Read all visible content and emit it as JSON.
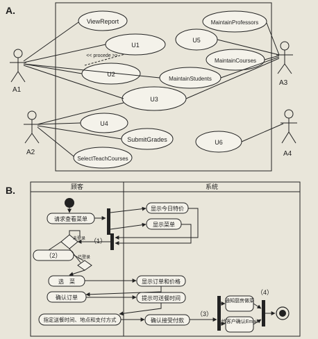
{
  "section_a": {
    "label": "A.",
    "use_cases": {
      "view_report": "ViewReport",
      "u1": "U1",
      "u2": "U2",
      "u3": "U3",
      "u4": "U4",
      "u5": "U5",
      "u6": "U6",
      "maintain_professors": "MaintainProfessors",
      "maintain_courses": "MaintainCourses",
      "maintain_students": "MaintainStudents",
      "submit_grades": "SubmitGrades",
      "select_teach_courses": "SelectTeachCourses"
    },
    "procede_label": "<< procede >>",
    "actors": {
      "a1": "A1",
      "a2": "A2",
      "a3": "A3",
      "a4": "A4"
    }
  },
  "section_b": {
    "label": "B.",
    "lanes": {
      "customer": "顾客",
      "system": "系统"
    },
    "actions": {
      "request_menu": "请求查看菜单",
      "show_today": "显示今日特价",
      "show_menu": "显示菜单",
      "blank_1": "（1）",
      "not_logged_in": "未登录",
      "logged_in": "已登录",
      "blank_2": "（2）",
      "choose_dish": "选　菜",
      "show_order_price": "显示订单和价格",
      "confirm_order": "确认订单",
      "show_delivery_time": "提示可送餐时间",
      "set_delivery": "指定送餐时间、地点和支付方式",
      "confirm_payment": "确认接受付款",
      "blank_3": "（3）",
      "notify_kitchen": "通知厨房做菜",
      "send_email": "给客户确认Email",
      "blank_4": "（4）"
    }
  }
}
